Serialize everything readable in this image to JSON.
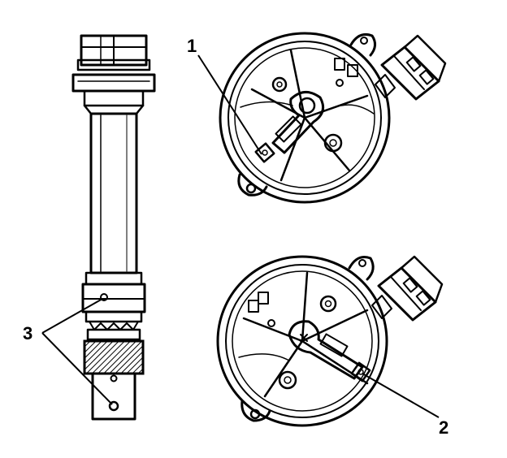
{
  "figure": {
    "callouts": [
      {
        "id": "1",
        "text": "1"
      },
      {
        "id": "2",
        "text": "2"
      },
      {
        "id": "3",
        "text": "3"
      }
    ],
    "colors": {
      "ink": "#000000",
      "paper": "#ffffff",
      "hatch": "#000000"
    }
  }
}
